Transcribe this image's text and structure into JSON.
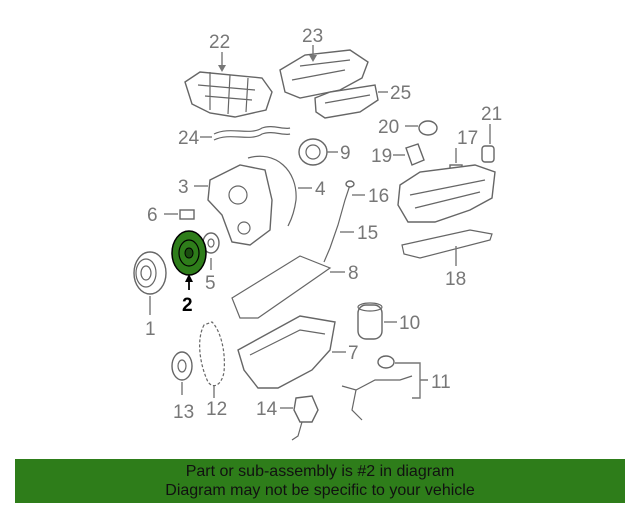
{
  "diagram": {
    "labels": {
      "p1": "1",
      "p2": "2",
      "p3": "3",
      "p4": "4",
      "p5": "5",
      "p6": "6",
      "p7": "7",
      "p8": "8",
      "p9": "9",
      "p10": "10",
      "p11": "11",
      "p12": "12",
      "p13": "13",
      "p14": "14",
      "p15": "15",
      "p16": "16",
      "p17": "17",
      "p18": "18",
      "p19": "19",
      "p20": "20",
      "p21": "21",
      "p22": "22",
      "p23": "23",
      "p24": "24",
      "p25": "25"
    },
    "highlight_color": "#2e7d1a"
  },
  "banner": {
    "line1": "Part or sub-assembly is #2 in diagram",
    "line2": "Diagram may not be specific to your vehicle",
    "background": "#2e7d1a"
  }
}
